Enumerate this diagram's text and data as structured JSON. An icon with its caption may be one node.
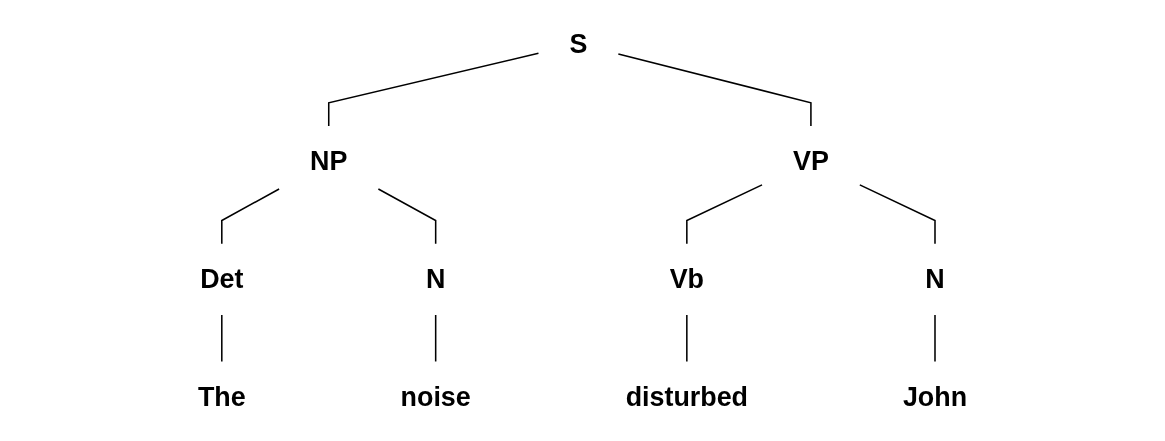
{
  "diagram": {
    "nodes": [
      {
        "text": [
          "S"
        ]
      },
      {
        "text": [
          "NP"
        ]
      },
      {
        "text": [
          "VP"
        ]
      },
      {
        "text": [
          "Det"
        ]
      },
      {
        "text": [
          "N"
        ]
      },
      {
        "text": [
          "Vb"
        ]
      },
      {
        "text": [
          "N"
        ]
      },
      {
        "text": [
          "The"
        ]
      },
      {
        "text": [
          "noise"
        ]
      },
      {
        "text": [
          "disturbed"
        ]
      },
      {
        "text": [
          "John"
        ]
      }
    ],
    "edges": [
      {
        "from": 0,
        "to": 1,
        "arrow": "none"
      },
      {
        "from": 0,
        "to": 2,
        "arrow": "none"
      },
      {
        "from": 1,
        "to": 3,
        "arrow": "none"
      },
      {
        "from": 1,
        "to": 4,
        "arrow": "none"
      },
      {
        "from": 2,
        "to": 5,
        "arrow": "none"
      },
      {
        "from": 2,
        "to": 6,
        "arrow": "none"
      },
      {
        "from": 3,
        "to": 7,
        "arrow": "none"
      },
      {
        "from": 4,
        "to": 8,
        "arrow": "none"
      },
      {
        "from": 5,
        "to": 9,
        "arrow": "none"
      },
      {
        "from": 6,
        "to": 10,
        "arrow": "none"
      }
    ]
  }
}
